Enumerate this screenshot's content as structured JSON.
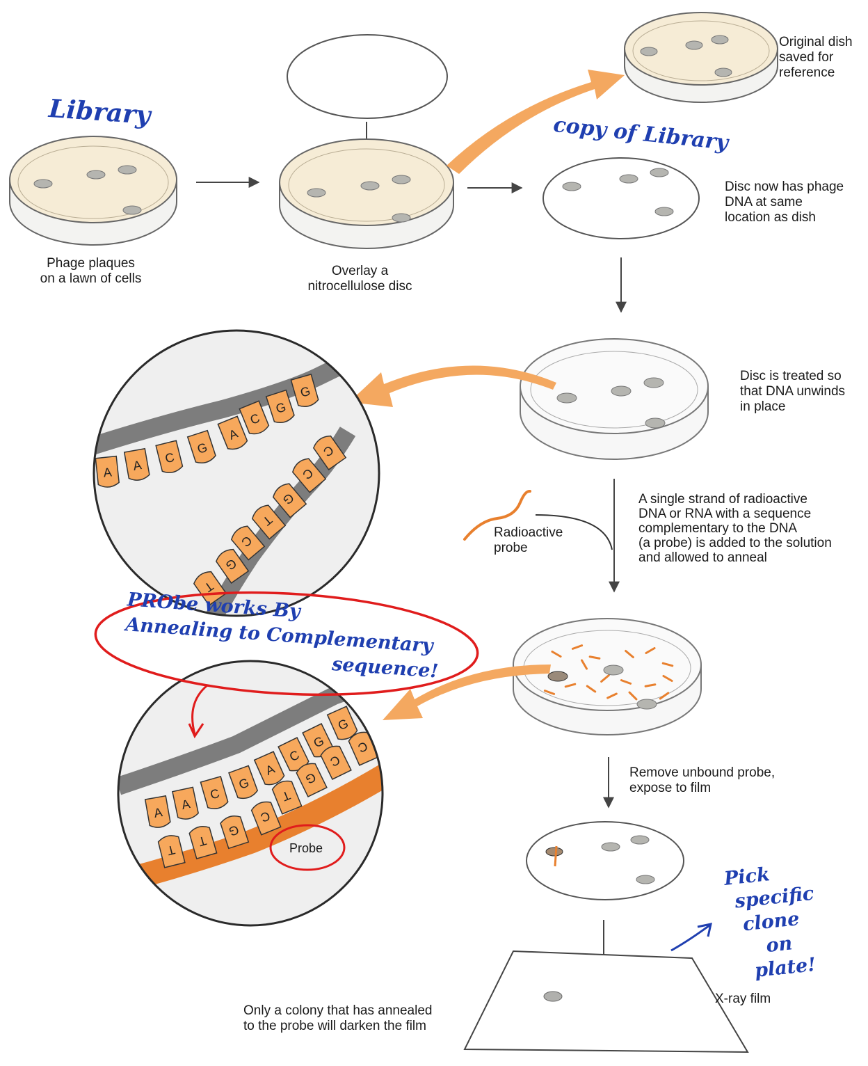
{
  "colors": {
    "agar": "#f6ecd6",
    "plaque": "#b5b5b0",
    "orange_arrow": "#f4a860",
    "probe": "#e8802e",
    "base": "#f7a85c",
    "backbone": "#7d7d7d",
    "annotation_blue": "#1f3fb0",
    "annotation_red": "#e01c1c"
  },
  "captions": {
    "phage_plaques": [
      "Phage plaques",
      "on a lawn of cells"
    ],
    "overlay": [
      "Overlay a",
      "nitrocellulose disc"
    ],
    "original_dish": [
      "Original dish",
      "saved for",
      "reference"
    ],
    "disc_phage": [
      "Disc now has phage",
      "DNA at same",
      "location as dish"
    ],
    "disc_treated": [
      "Disc is treated so",
      "that DNA unwinds",
      "in place"
    ],
    "radioactive_probe": [
      "Radioactive",
      "probe"
    ],
    "single_strand": [
      "A single strand of radioactive",
      "DNA or RNA with a sequence",
      "complementary to the DNA",
      "(a probe) is added to the solution",
      "and allowed to anneal"
    ],
    "remove_unbound": [
      "Remove unbound probe,",
      "expose to film"
    ],
    "xray_film": "X-ray film",
    "only_colony": [
      "Only a colony that has annealed",
      "to the probe will darken the film"
    ],
    "probe_tag": "Probe"
  },
  "handwritten": {
    "library": "Library",
    "copy_library": "copy of Library",
    "probe_note": [
      "PRObe works By",
      "Annealing to Complementary",
      "sequence!"
    ],
    "pick_note": [
      "Pick",
      "specific",
      "clone",
      "on",
      "plate!"
    ]
  },
  "bases": {
    "top_strand": [
      "A",
      "A",
      "C",
      "G",
      "A",
      "C",
      "G",
      "G"
    ],
    "bottom_strand": [
      "T",
      "G",
      "C",
      "T",
      "G",
      "C",
      "C"
    ],
    "paired_top": [
      "A",
      "A",
      "C",
      "G",
      "A",
      "C",
      "G",
      "G"
    ],
    "paired_bottom": [
      "T",
      "T",
      "G",
      "C",
      "T",
      "G",
      "C",
      "C"
    ]
  }
}
